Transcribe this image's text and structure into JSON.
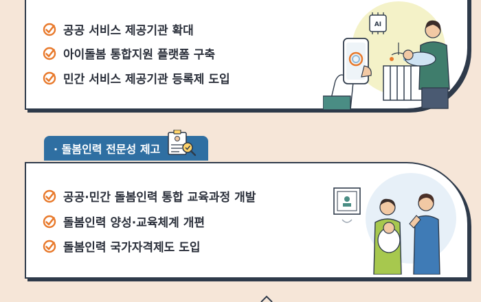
{
  "section1": {
    "items": [
      {
        "text": "공공 서비스 제공기관 확대"
      },
      {
        "text": "아이돌봄 통합지원 플랫폼 구축"
      },
      {
        "text": "민간 서비스 제공기관 등록제 도입"
      }
    ],
    "chip_label": "AI"
  },
  "section2": {
    "title": "· 돌봄인력 전문성 제고",
    "items": [
      {
        "text": "공공·민간 돌봄인력 통합 교육과정 개발"
      },
      {
        "text": "돌봄인력 양성·교육체계 개편"
      },
      {
        "text": "돌봄인력 국가자격제도 도입"
      }
    ]
  },
  "colors": {
    "background": "#f6e6d8",
    "accent_orange": "#e8792b",
    "tab_blue": "#2f6fa2",
    "outline": "#2e3a4a"
  },
  "icons": {
    "check": "orange-circle-check-icon",
    "certificate": "id-badge-checklist-magnifier-icon"
  }
}
